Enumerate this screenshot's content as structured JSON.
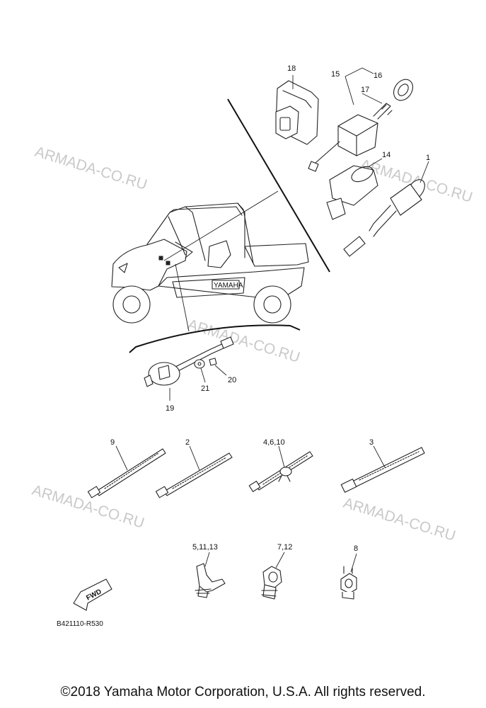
{
  "watermark": "ARMADA-CO.RU",
  "callouts": {
    "c1": "1",
    "c2": "2",
    "c3": "3",
    "c4_6_10": "4,6,10",
    "c5_11_13": "5,11,13",
    "c7_12": "7,12",
    "c8": "8",
    "c9": "9",
    "c14": "14",
    "c15": "15",
    "c16": "16",
    "c17": "17",
    "c18": "18",
    "c19": "19",
    "c20": "20",
    "c21": "21"
  },
  "fwd_label": "FWD",
  "vehicle_badge": "YAMAHA",
  "diagram_code": "B421110-R530",
  "copyright": "©2018 Yamaha Motor Corporation, U.S.A. All rights reserved."
}
